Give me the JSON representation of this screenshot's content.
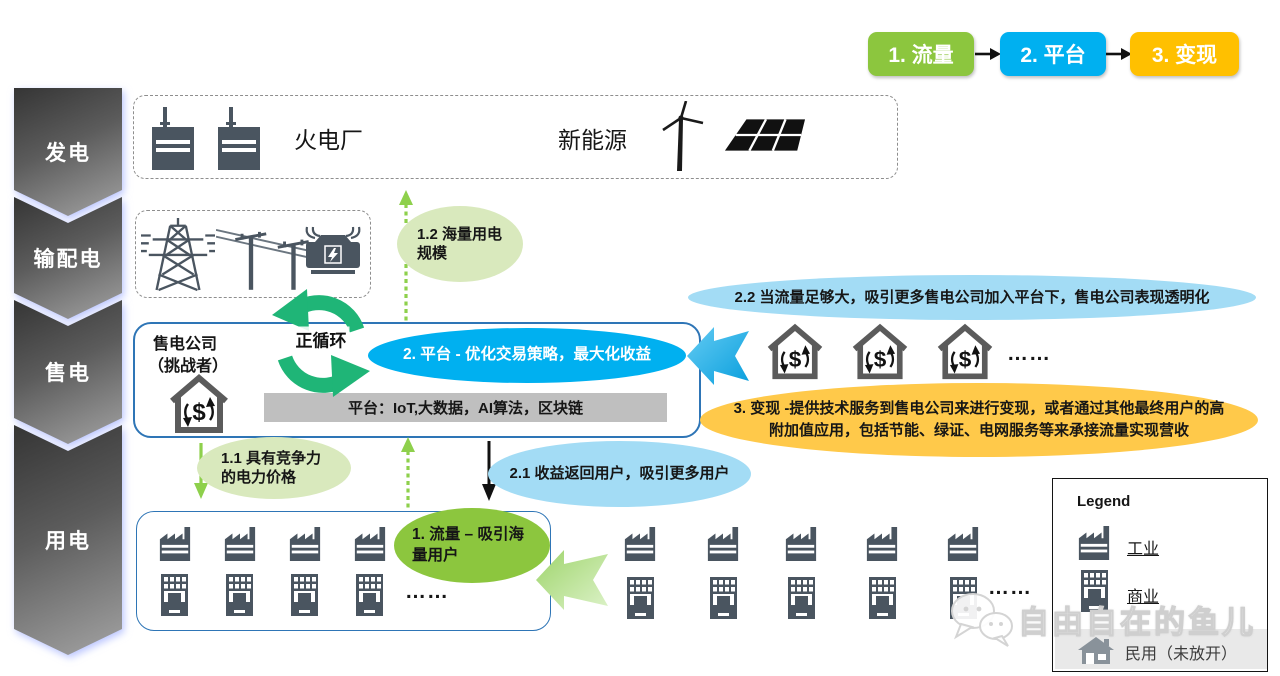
{
  "colors": {
    "step_green": "#8CC63E",
    "step_blue": "#00B0F0",
    "step_orange": "#FFC000",
    "light_green_bubble": "#D9E9BD",
    "light_blue_bubble": "#A3DCF5",
    "yellow_bubble": "#FFC94A",
    "gray_bar": "#BFBFBF",
    "icon_dark": "#4A5560",
    "cycle_green": "#1FB577",
    "box_border_blue": "#2E75B6"
  },
  "top_flow": {
    "steps": [
      {
        "label": "1. 流量"
      },
      {
        "label": "2. 平台"
      },
      {
        "label": "3. 变现"
      }
    ]
  },
  "chain": {
    "stages": [
      {
        "label": "发电"
      },
      {
        "label": "输配电"
      },
      {
        "label": "售电"
      },
      {
        "label": "用电"
      }
    ]
  },
  "generation": {
    "thermal": "火电厂",
    "renewable": "新能源"
  },
  "seller": {
    "company": "售电公司",
    "challenger": "（挑战者）",
    "cycle": "正循环",
    "platform_bubble": "2. 平台 - 优化交易策略，最大化收益",
    "platform_bar": "平台：IoT,大数据，AI算法，区块链"
  },
  "bubbles": {
    "b12": "1.2 海量用电规模",
    "b11": "1.1 具有竞争力的电力价格",
    "b21": "2.1 收益返回用户，吸引更多用户",
    "b22": "2.2 当流量足够大，吸引更多售电公司加入平台下，售电公司表现透明化",
    "b1": "1. 流量 – 吸引海量用户",
    "b3": "3. 变现 -提供技术服务到售电公司来进行变现，或者通过其他最终用户的高附加值应用，包括节能、绿证、电网服务等来承接流量实现营收"
  },
  "ellipsis": "……",
  "legend": {
    "title": "Legend",
    "items": [
      {
        "icon": "factory-icon",
        "label": "工业"
      },
      {
        "icon": "building-icon",
        "label": "商业"
      },
      {
        "icon": "house-icon",
        "label": "民用（未放开）"
      }
    ]
  },
  "icons": {
    "thermal_plant": "power-plant-icon",
    "wind": "wind-turbine-icon",
    "solar": "solar-panel-icon",
    "tower": "transmission-tower-icon",
    "poles": "power-poles-icon",
    "transformer": "transformer-icon",
    "seller_house": "house-dollar-cycle-icon",
    "cycle": "recycle-arrows-icon",
    "wechat": "wechat-logo-icon"
  },
  "watermark": "自由自在的鱼儿"
}
